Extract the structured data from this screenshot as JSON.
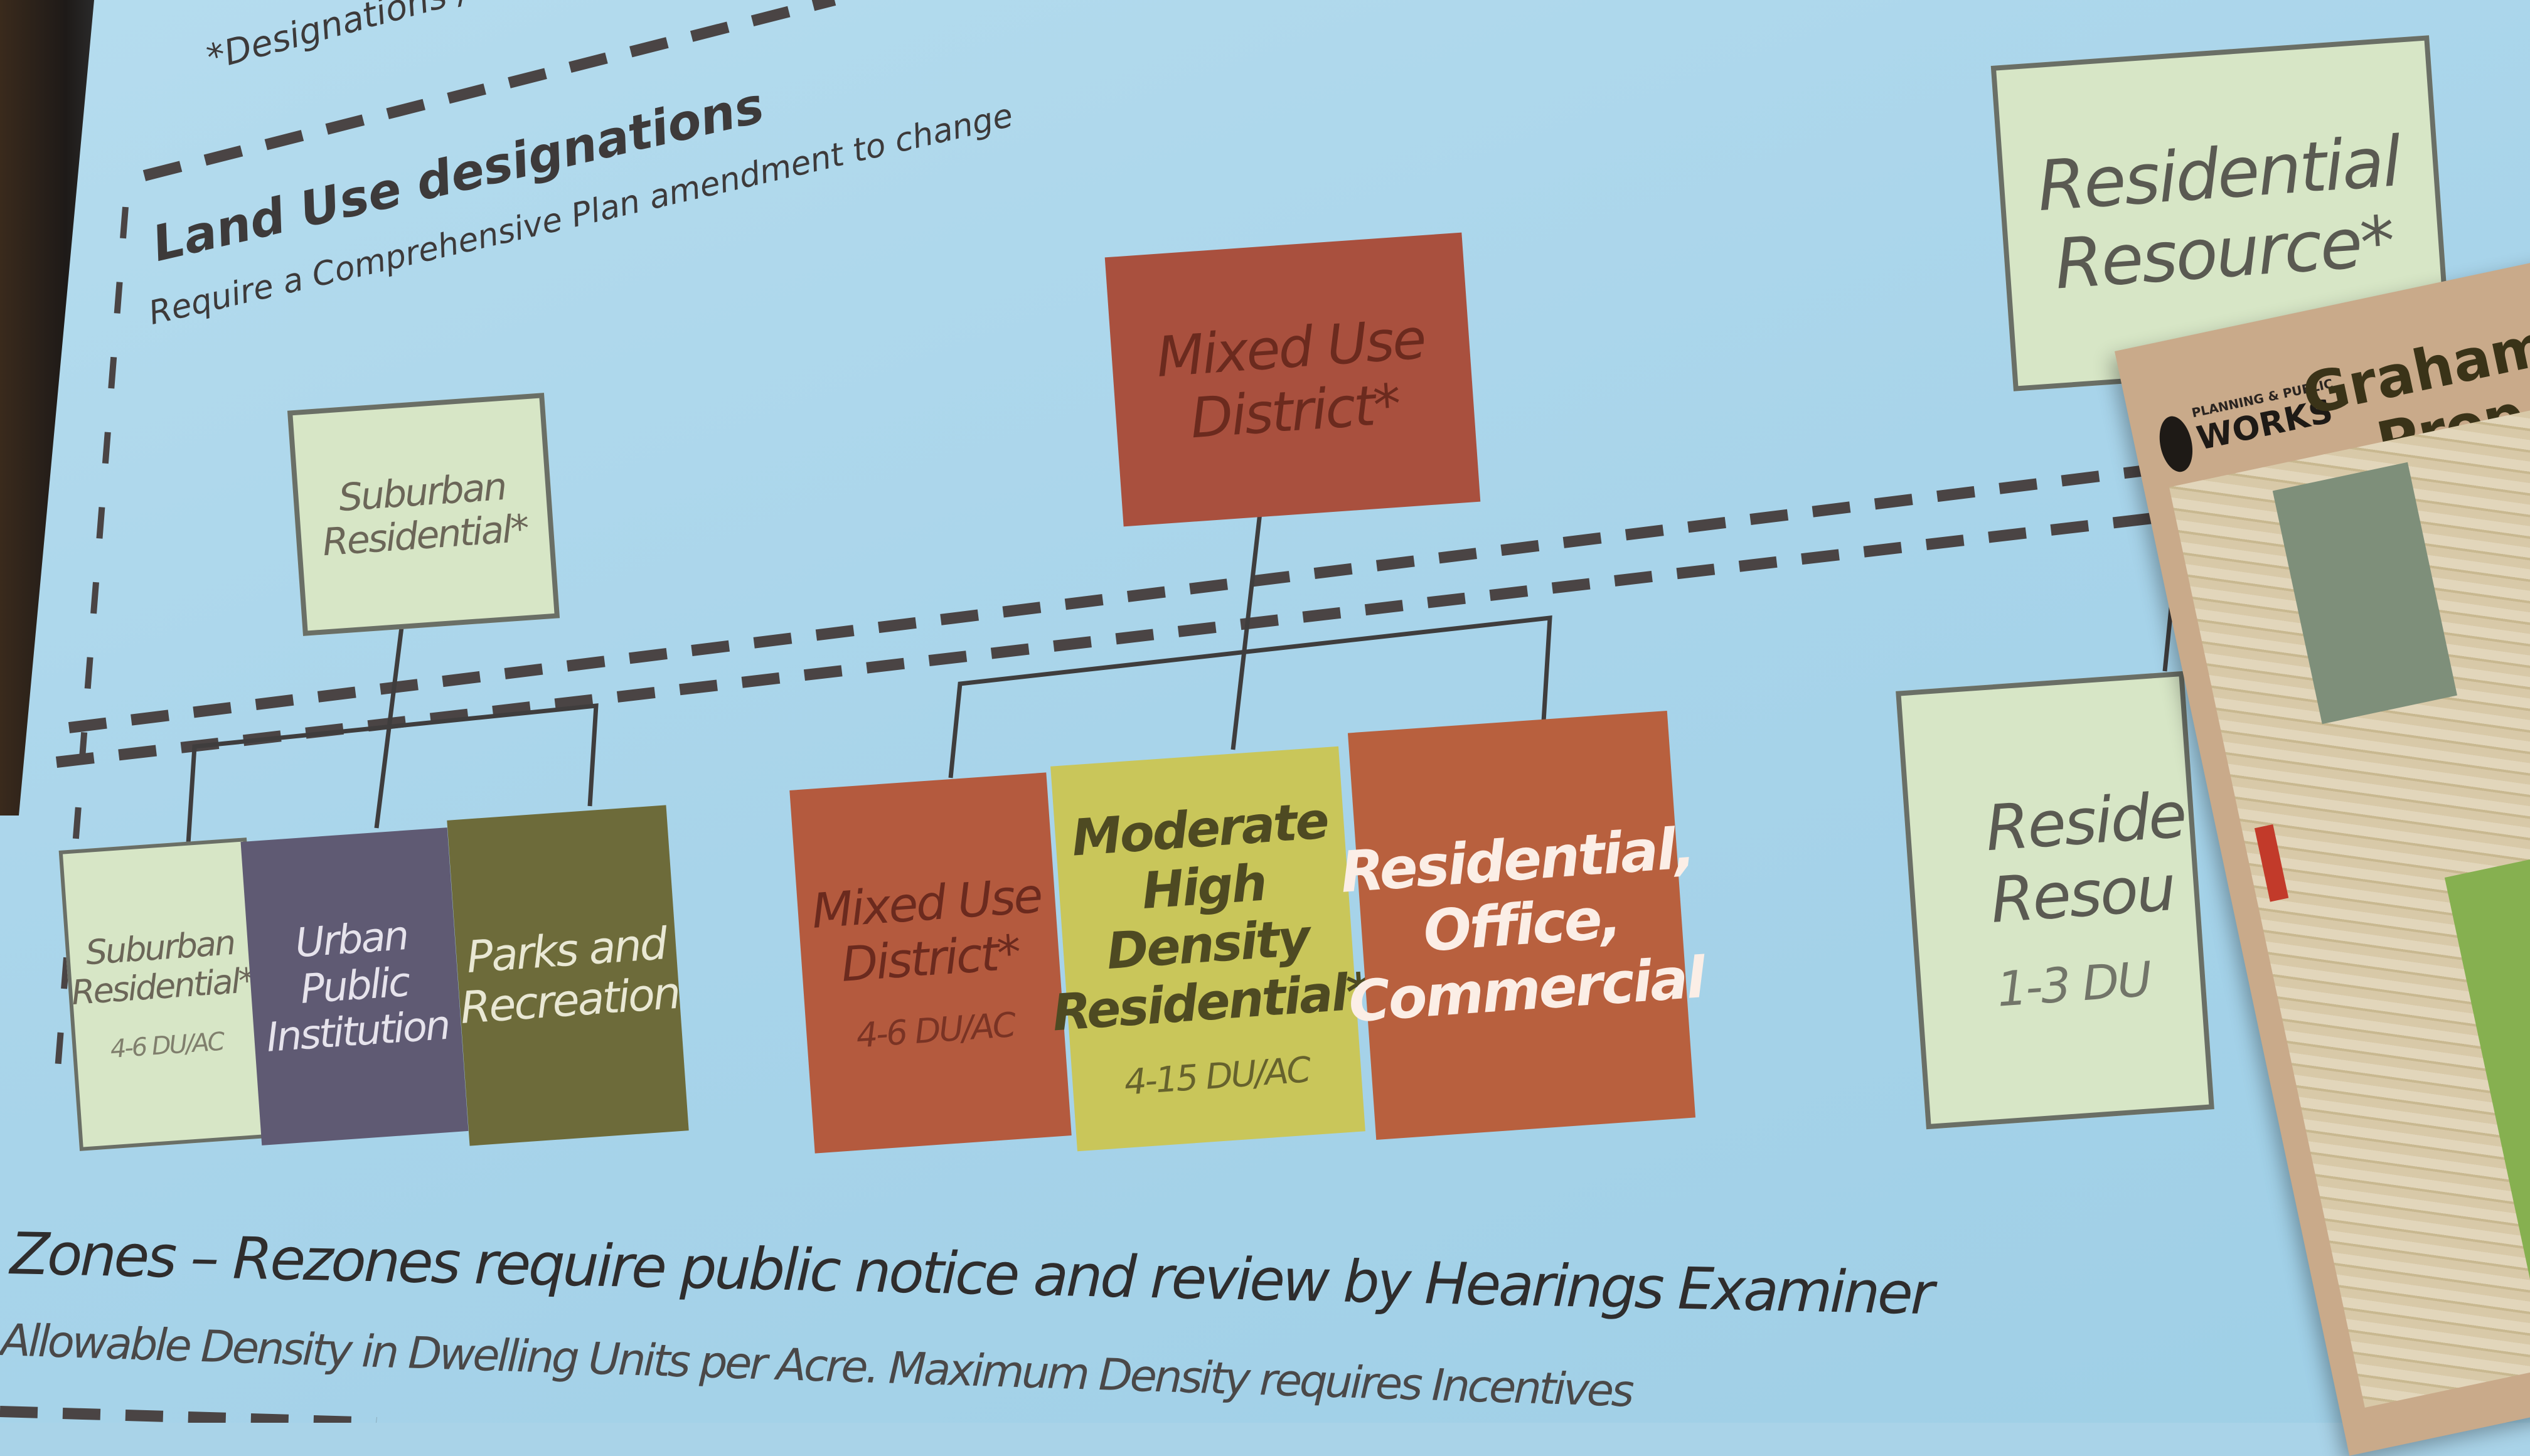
{
  "slide": {
    "footnote": "*Designations / zones that a",
    "land_use_title": "Land Use designations",
    "land_use_subtitle": "Require a Comprehensive Plan amendment to change",
    "designations": [
      {
        "label": "Suburban\nResidential*",
        "color": "#d7e6c6"
      },
      {
        "label": "Mixed Use\nDistrict*",
        "color": "#a9503e"
      },
      {
        "label": "Residential\nResource*",
        "color": "#d7e6c6"
      }
    ],
    "zones": [
      {
        "label": "Suburban\nResidential*",
        "density": "4-6 DU/AC",
        "color": "#d7e6c6"
      },
      {
        "label": "Urban\nPublic\nInstitution",
        "density": "",
        "color": "#5f5a73"
      },
      {
        "label": "Parks and\nRecreation",
        "density": "",
        "color": "#6d6b3a"
      },
      {
        "label": "Mixed Use\nDistrict*",
        "density": "4-6 DU/AC",
        "color": "#b45a3e"
      },
      {
        "label": "Moderate\nHigh Density\nResidential*",
        "density": "4-15 DU/AC",
        "color": "#c9c65a"
      },
      {
        "label": "Residential,\nOffice,\nCommercial",
        "density": "",
        "color": "#b8603e"
      },
      {
        "label": "Reside\nResou",
        "density": "1-3 DU",
        "color": "#d7e6c6"
      }
    ],
    "zones_title": "Zones – Rezones require public notice and review by Hearings Examiner",
    "zones_subtitle": "Allowable Density in Dwelling Units per Acre. Maximum Density requires Incentives"
  },
  "poster": {
    "logo_small": "PLANNING & PUBLIC",
    "logo_big": "WORKS",
    "title_line1": "Graham C",
    "title_line2": "Prop"
  }
}
